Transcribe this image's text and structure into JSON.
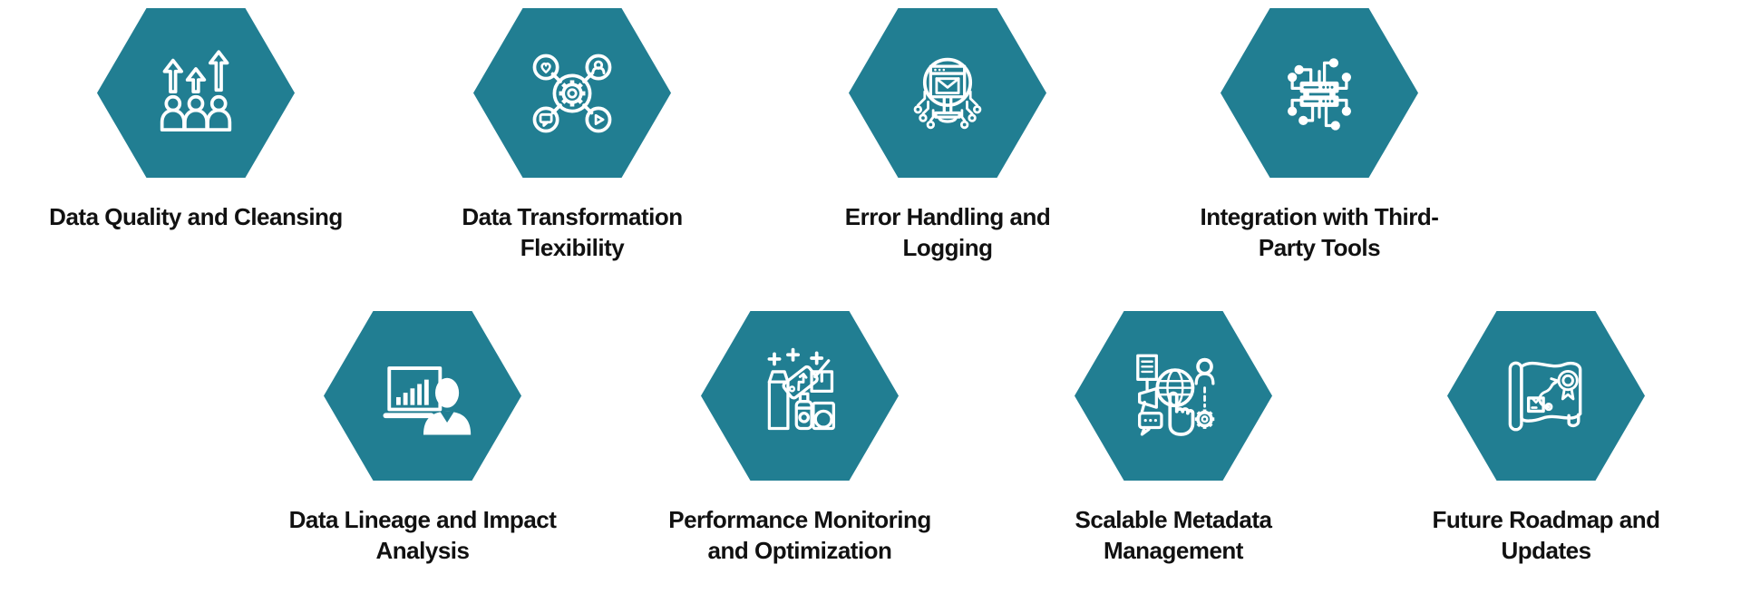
{
  "colors": {
    "hexagon_fill": "#217E92",
    "icon_stroke": "#FFFFFF",
    "label_text": "#111111",
    "background": "#FFFFFF"
  },
  "cells": [
    {
      "id": "data-quality",
      "icon": "growth-team-arrows-icon",
      "label": "Data Quality and Cleansing",
      "label_line1": "Data Quality and Cleansing",
      "label_line2": ""
    },
    {
      "id": "data-transformation",
      "icon": "gear-network-icon",
      "label": "Data Transformation Flexibility",
      "label_line1": "Data Transformation",
      "label_line2": "Flexibility"
    },
    {
      "id": "error-handling",
      "icon": "bulb-mail-circuit-icon",
      "label": "Error Handling and Logging",
      "label_line1": "Error Handling and",
      "label_line2": "Logging"
    },
    {
      "id": "integration",
      "icon": "server-network-icon",
      "label": "Integration with Third-Party Tools",
      "label_line1": "Integration with Third-",
      "label_line2": "Party Tools"
    },
    {
      "id": "data-lineage",
      "icon": "presenter-chart-icon",
      "label": "Data Lineage and Impact Analysis",
      "label_line1": "Data Lineage and Impact",
      "label_line2": "Analysis"
    },
    {
      "id": "performance",
      "icon": "products-price-tag-icon",
      "label": "Performance Monitoring and Optimization",
      "label_line1": "Performance Monitoring",
      "label_line2": "and Optimization"
    },
    {
      "id": "metadata",
      "icon": "hand-globe-management-icon",
      "label": "Scalable Metadata Management",
      "label_line1": "Scalable Metadata",
      "label_line2": "Management"
    },
    {
      "id": "roadmap",
      "icon": "roadmap-scroll-badge-icon",
      "label": "Future Roadmap and Updates",
      "label_line1": "Future Roadmap and",
      "label_line2": "Updates"
    }
  ]
}
